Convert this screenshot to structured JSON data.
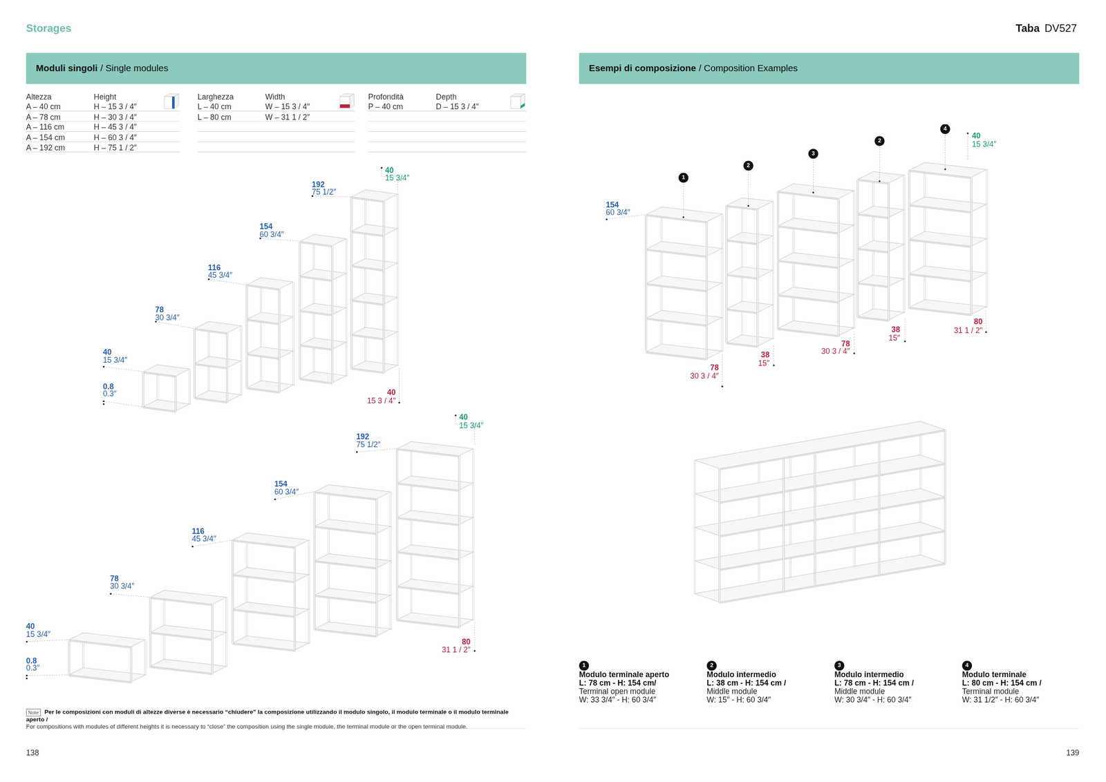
{
  "diagram": {
    "nodes": [
      {
        "text": [
          "Moduli singoli",
          "/ Single modules"
        ]
      },
      {
        "text": [
          "Note"
        ]
      },
      {
        "text": [
          "Esempi di composizione",
          "/ Composition Examples"
        ]
      },
      {
        "text": [
          "1"
        ]
      },
      {
        "text": [
          "2"
        ]
      },
      {
        "text": [
          "3"
        ]
      },
      {
        "text": [
          "2"
        ]
      },
      {
        "text": [
          "4"
        ]
      },
      {
        "text": [
          "1"
        ]
      },
      {
        "text": [
          "2"
        ]
      },
      {
        "text": [
          "3"
        ]
      },
      {
        "text": [
          "4"
        ]
      }
    ],
    "labels": [
      "Storages",
      "Taba",
      "DV527",
      "Altezza",
      "Height",
      "A – 40 cm",
      "H – 15 3 / 4″",
      "A – 78 cm",
      "H – 30 3 / 4″",
      "A – 116 cm",
      "H – 45 3 / 4″",
      "A – 154 cm",
      "H – 60 3 / 4″",
      "A – 192 cm",
      "H – 75 1 / 2″",
      "Larghezza",
      "Width",
      "L – 40 cm",
      "W – 15 3 / 4″",
      "L – 80 cm",
      "W – 31 1 / 2″",
      "Profondità",
      "Depth",
      "P – 40 cm",
      "D – 15 3 / 4″",
      "40",
      "15 3/4″",
      "0.8",
      "0.3″",
      "78",
      "30 3/4″",
      "116",
      "45 3/4″",
      "154",
      "60 3/4″",
      "192",
      "75 1/2″",
      "40",
      "15 3/4″",
      "40",
      "15 3 / 4″",
      "40",
      "15 3/4″",
      "0.8",
      "0.3″",
      "78",
      "30 3/4″",
      "116",
      "45 3/4″",
      "154",
      "60 3/4″",
      "192",
      "75 1/2″",
      "40",
      "15 3/4″",
      "80",
      "31 1 / 2″",
      "Per le composizioni con moduli di altezze diverse è necessario “chiudere” la composizione utilizzando il modulo singolo, il modulo terminale o il modulo terminale aperto /",
      "For compositions with modules of different heights it is necessary to “close” the composition using the single module, the terminal module or the open terminal module.",
      "138",
      "139",
      "154",
      "60 3/4″",
      "40",
      "15 3/4″",
      "78",
      "30 3 / 4″",
      "38",
      "15″",
      "78",
      "30 3 / 4″",
      "38",
      "15″",
      "80",
      "31 1 / 2″",
      "Modulo terminale aperto",
      "L: 78 cm - H: 154 cm/",
      "Terminal open module",
      "W: 33 3/4″ - H: 60 3/4″",
      "Modulo intermedio",
      "L: 38 cm - H: 154 cm /",
      "Middle module",
      "W: 15″ - H: 60 3/4″",
      "Modulo intermedio",
      "L: 78 cm - H: 154 cm /",
      "Middle module",
      "W: 30 3/4″ - H: 60 3/4″",
      "Modulo terminale",
      "L: 80 cm - H: 154 cm /",
      "Terminal module",
      "W: 31 1/2″ - H: 60 3/4″"
    ]
  }
}
